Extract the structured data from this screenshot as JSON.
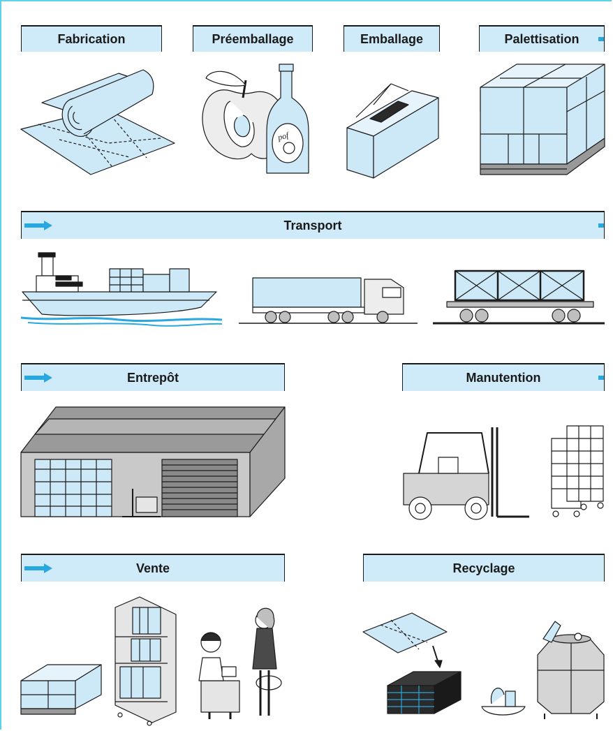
{
  "stages": {
    "fabrication": "Fabrication",
    "preemballage": "Préemballage",
    "emballage": "Emballage",
    "palettisation": "Palettisation",
    "transport": "Transport",
    "entrepot": "Entrepôt",
    "manutention": "Manutention",
    "vente": "Vente",
    "recyclage": "Recyclage"
  },
  "bottle_label": "pof",
  "colors": {
    "band_fill": "#cfeaf9",
    "accent_blue": "#29a8e0",
    "frame_cyan": "#5fd3e6",
    "light_blue": "#cde8f7",
    "gray": "#bfbfbf",
    "dark": "#1a1a1a"
  }
}
